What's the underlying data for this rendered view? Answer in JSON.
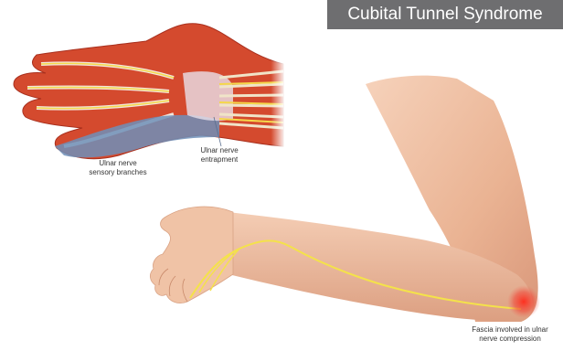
{
  "title": "Cubital Tunnel Syndrome",
  "labels": {
    "sensory_branches": [
      "Ulnar nerve",
      "sensory branches"
    ],
    "entrapment": [
      "Ulnar nerve",
      "entrapment"
    ],
    "fascia": [
      "Fascia involved in ulnar",
      "nerve compression"
    ]
  },
  "colors": {
    "title_bg": "#6e6e70",
    "skin": "#f2c4a8",
    "skin_shadow": "#d99a7c",
    "muscle": "#c8321e",
    "nerve": "#f2e34a",
    "compression": "#e8302a"
  }
}
